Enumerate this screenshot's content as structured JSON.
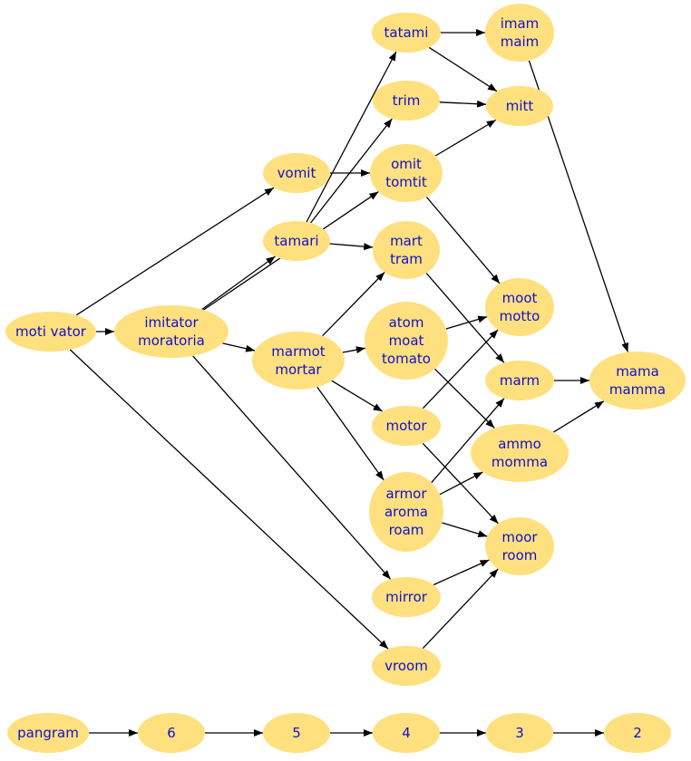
{
  "colors": {
    "node_fill": "#FFE07F",
    "text": "#1010CC",
    "edge": "#000000",
    "background": "#FFFFFF"
  },
  "nodes": [
    {
      "id": "motivator",
      "lines": [
        "moti vator"
      ]
    },
    {
      "id": "imitator",
      "lines": [
        "imitator",
        "moratoria"
      ]
    },
    {
      "id": "vomit",
      "lines": [
        "vomit"
      ]
    },
    {
      "id": "tamari",
      "lines": [
        "tamari"
      ]
    },
    {
      "id": "marmot",
      "lines": [
        "marmot",
        "mortar"
      ]
    },
    {
      "id": "tatami",
      "lines": [
        "tatami"
      ]
    },
    {
      "id": "trim",
      "lines": [
        "trim"
      ]
    },
    {
      "id": "omit",
      "lines": [
        "omit",
        "tomtit"
      ]
    },
    {
      "id": "mart",
      "lines": [
        "mart",
        "tram"
      ]
    },
    {
      "id": "atom",
      "lines": [
        "atom",
        "moat",
        "tomato"
      ]
    },
    {
      "id": "motor",
      "lines": [
        "motor"
      ]
    },
    {
      "id": "armor",
      "lines": [
        "armor",
        "aroma",
        "roam"
      ]
    },
    {
      "id": "mirror",
      "lines": [
        "mirror"
      ]
    },
    {
      "id": "vroom",
      "lines": [
        "vroom"
      ]
    },
    {
      "id": "imam",
      "lines": [
        "imam",
        "maim"
      ]
    },
    {
      "id": "mitt",
      "lines": [
        "mitt"
      ]
    },
    {
      "id": "moot",
      "lines": [
        "moot",
        "motto"
      ]
    },
    {
      "id": "marm",
      "lines": [
        "marm"
      ]
    },
    {
      "id": "ammo",
      "lines": [
        "ammo",
        "momma"
      ]
    },
    {
      "id": "moor",
      "lines": [
        "moor",
        "room"
      ]
    },
    {
      "id": "mama",
      "lines": [
        "mama",
        "mamma"
      ]
    },
    {
      "id": "pangram",
      "lines": [
        "pangram"
      ]
    },
    {
      "id": "n6",
      "lines": [
        "6"
      ]
    },
    {
      "id": "n5",
      "lines": [
        "5"
      ]
    },
    {
      "id": "n4",
      "lines": [
        "4"
      ]
    },
    {
      "id": "n3",
      "lines": [
        "3"
      ]
    },
    {
      "id": "n2",
      "lines": [
        "2"
      ]
    }
  ],
  "edges": [
    [
      "motivator",
      "imitator"
    ],
    [
      "motivator",
      "vomit"
    ],
    [
      "motivator",
      "vroom"
    ],
    [
      "imitator",
      "tamari"
    ],
    [
      "imitator",
      "marmot"
    ],
    [
      "imitator",
      "omit"
    ],
    [
      "imitator",
      "mirror"
    ],
    [
      "vomit",
      "omit"
    ],
    [
      "tamari",
      "tatami"
    ],
    [
      "tamari",
      "trim"
    ],
    [
      "tamari",
      "mart"
    ],
    [
      "marmot",
      "mart"
    ],
    [
      "marmot",
      "atom"
    ],
    [
      "marmot",
      "motor"
    ],
    [
      "marmot",
      "armor"
    ],
    [
      "tatami",
      "imam"
    ],
    [
      "tatami",
      "mitt"
    ],
    [
      "trim",
      "mitt"
    ],
    [
      "omit",
      "mitt"
    ],
    [
      "omit",
      "moot"
    ],
    [
      "mart",
      "marm"
    ],
    [
      "atom",
      "moot"
    ],
    [
      "atom",
      "ammo"
    ],
    [
      "motor",
      "moot"
    ],
    [
      "motor",
      "moor"
    ],
    [
      "armor",
      "marm"
    ],
    [
      "armor",
      "ammo"
    ],
    [
      "armor",
      "moor"
    ],
    [
      "mirror",
      "moor"
    ],
    [
      "vroom",
      "moor"
    ],
    [
      "imam",
      "mama"
    ],
    [
      "marm",
      "mama"
    ],
    [
      "ammo",
      "mama"
    ],
    [
      "pangram",
      "n6"
    ],
    [
      "n6",
      "n5"
    ],
    [
      "n5",
      "n4"
    ],
    [
      "n4",
      "n3"
    ],
    [
      "n3",
      "n2"
    ]
  ]
}
